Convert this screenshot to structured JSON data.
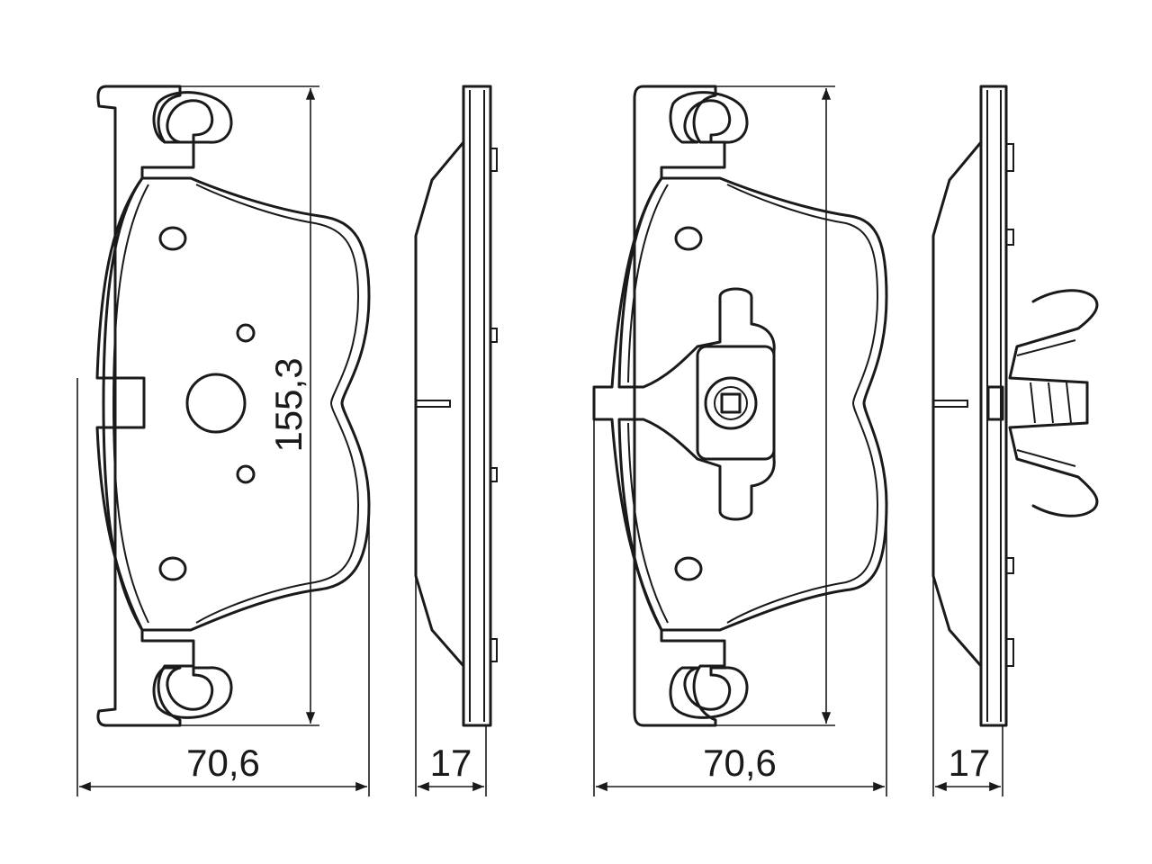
{
  "dimensions": {
    "pad1_width": "70,6",
    "pad1_height": "155,3",
    "pad1_thickness": "17",
    "pad2_width": "70,6",
    "pad2_thickness": "17"
  }
}
